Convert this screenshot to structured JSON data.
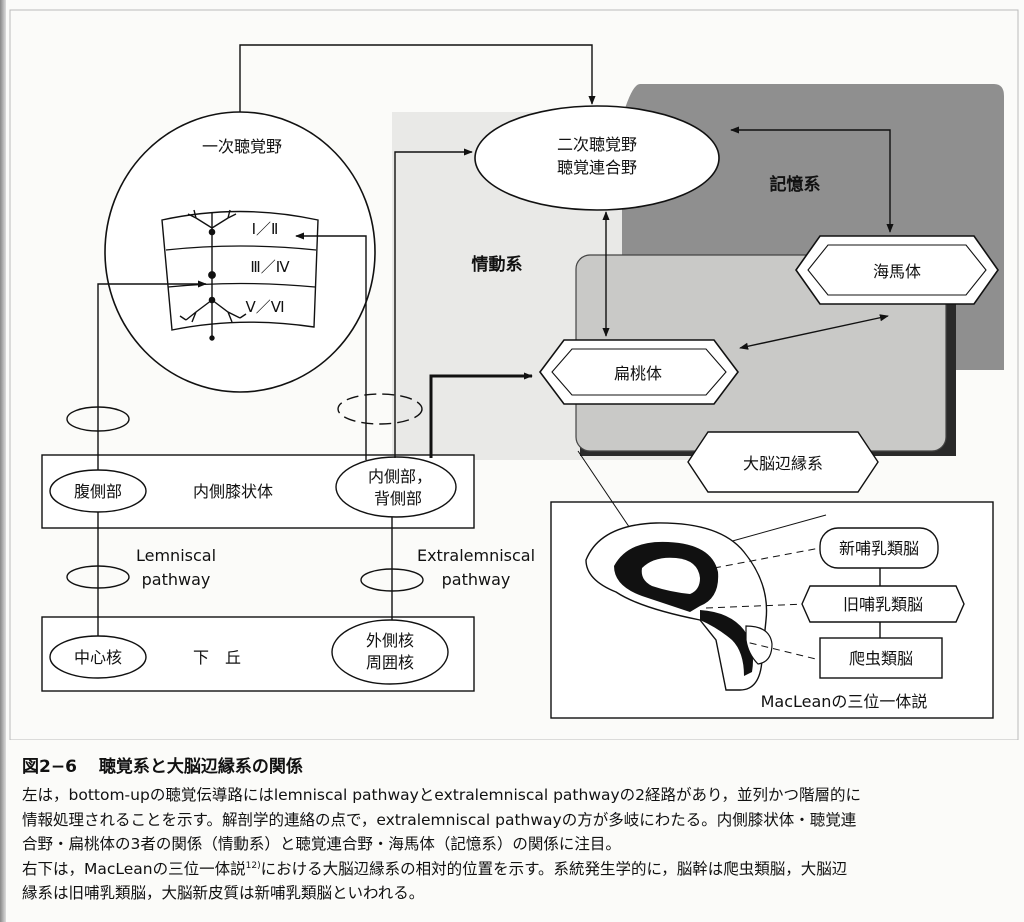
{
  "diagram": {
    "primary_auditory_cortex": "一次聴覚野",
    "layer_1_2": "Ⅰ／Ⅱ",
    "layer_3_4": "Ⅲ／Ⅳ",
    "layer_5_6": "Ⅴ／Ⅵ",
    "secondary_auditory_cortex_1": "二次聴覚野",
    "secondary_auditory_cortex_2": "聴覚連合野",
    "memory_system": "記憶系",
    "emotion_system": "情動系",
    "hippocampus": "海馬体",
    "amygdala": "扁桃体",
    "limbic_system": "大脳辺縁系",
    "mgb_ventral": "腹側部",
    "mgb": "内側膝状体",
    "mgb_dorsomedial_1": "内側部，",
    "mgb_dorsomedial_2": "背側部",
    "lemniscal_1": "Lemniscal",
    "lemniscal_2": "pathway",
    "extralemniscal_1": "Extralemniscal",
    "extralemniscal_2": "pathway",
    "ic_central": "中心核",
    "ic": "下　丘",
    "ic_lateral_1": "外側核",
    "ic_lateral_2": "周囲核",
    "neomammalian": "新哺乳類脳",
    "paleomammalian": "旧哺乳類脳",
    "reptilian": "爬虫類脳",
    "maclean_title": "MacLeanの三位一体説"
  },
  "caption": {
    "figure_number": "図2−6",
    "figure_title": "聴覚系と大脳辺縁系の関係",
    "line1": "左は，bottom-upの聴覚伝導路にはlemniscal pathwayとextralemniscal pathwayの2経路があり，並列かつ階層的に",
    "line2": "情報処理されることを示す。解剖学的連絡の点で，extralemniscal pathwayの方が多岐にわたる。内側膝状体・聴覚連",
    "line3": "合野・扁桃体の3者の関係（情動系）と聴覚連合野・海馬体（記憶系）の関係に注目。",
    "line4a": "右下は，MacLeanの三位一体説",
    "line4_ref": "12)",
    "line4b": "における大脳辺縁系の相対的位置を示す。系統発生学的に，脳幹は爬虫類脳，大脳辺",
    "line5": "縁系は旧哺乳類脳，大脳新皮質は新哺乳類脳といわれる。"
  }
}
